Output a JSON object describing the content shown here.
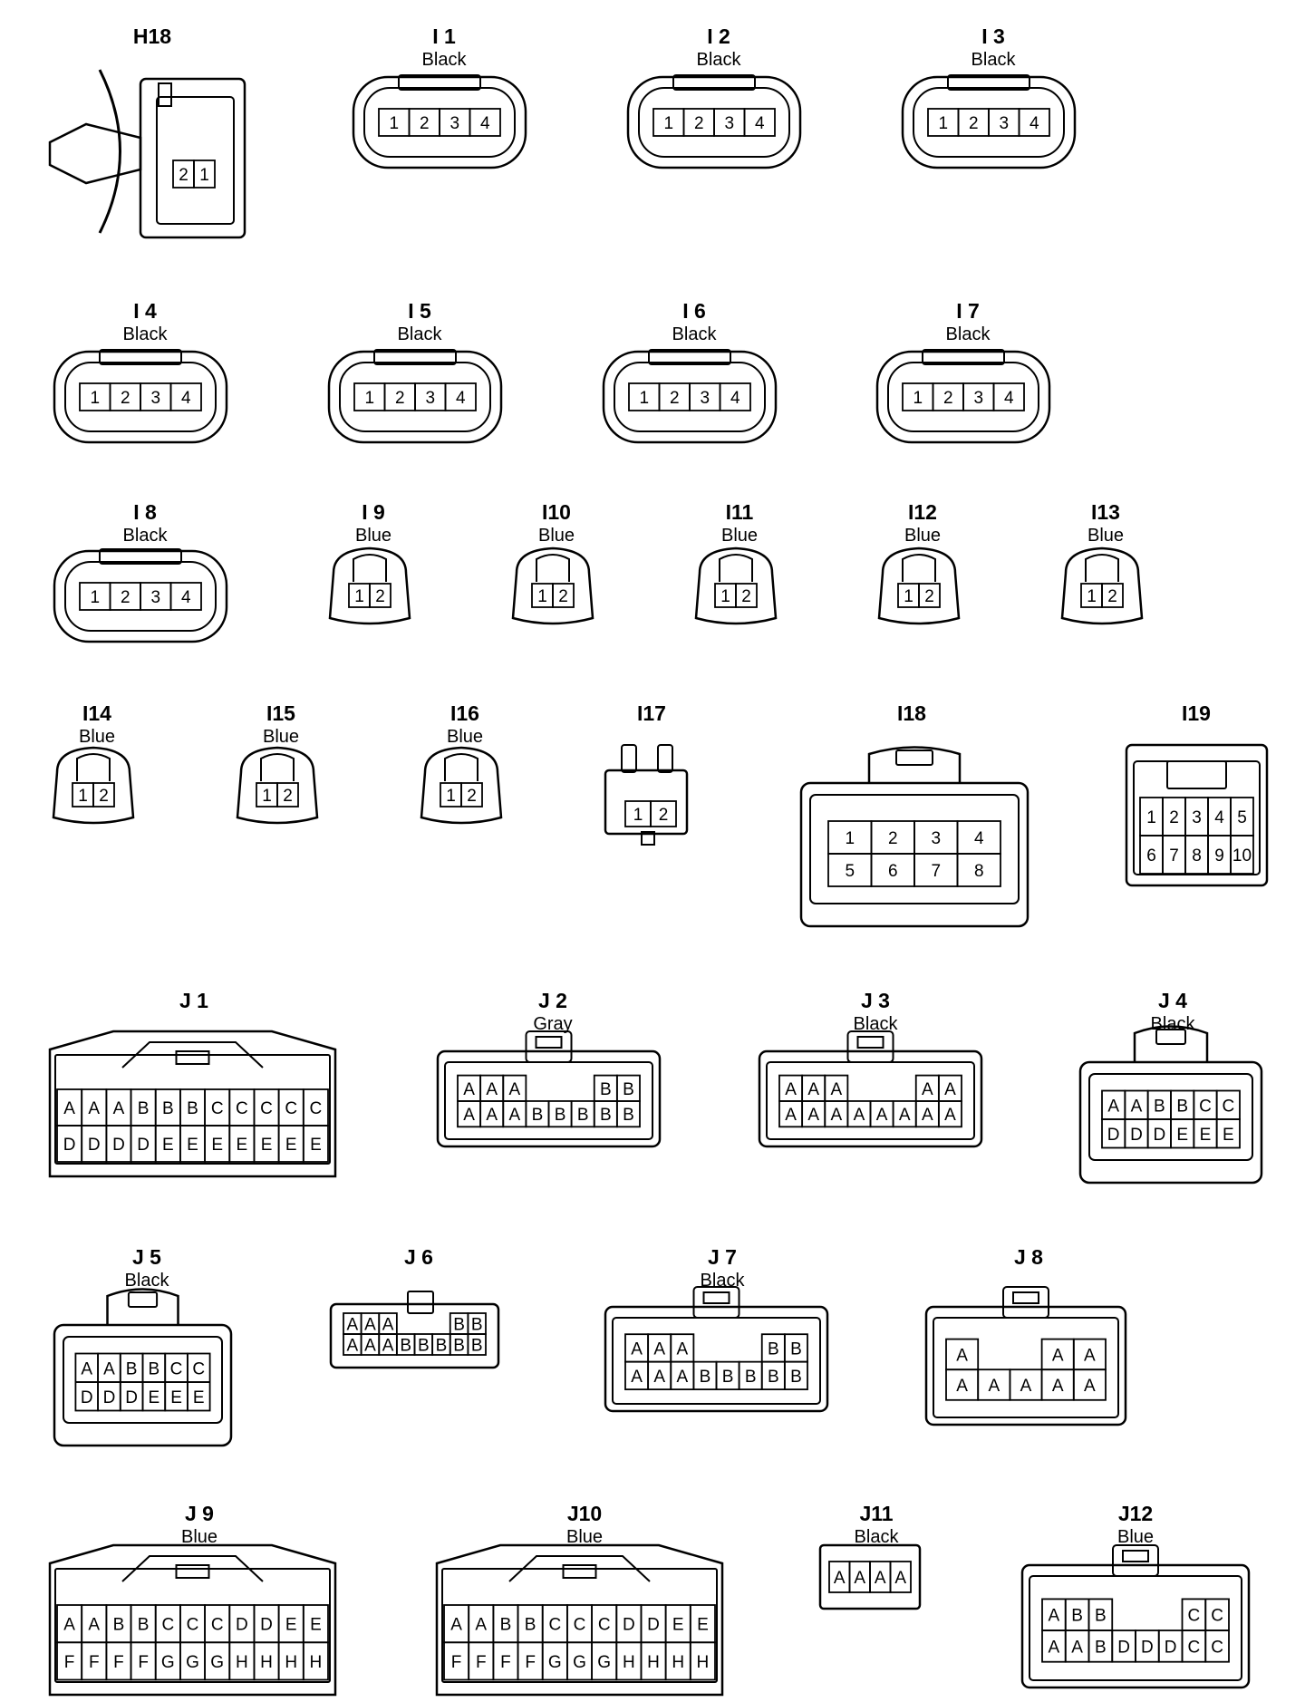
{
  "colors": {
    "line": "#000000",
    "background": "#ffffff"
  },
  "connectors": [
    {
      "name": "H18",
      "color": "",
      "shape": "bulb-socket",
      "rows": [
        [
          "2",
          "1"
        ]
      ]
    },
    {
      "name": "I 1",
      "color": "Black",
      "shape": "oval",
      "rows": [
        [
          "1",
          "2",
          "3",
          "4"
        ]
      ]
    },
    {
      "name": "I 2",
      "color": "Black",
      "shape": "oval",
      "rows": [
        [
          "1",
          "2",
          "3",
          "4"
        ]
      ]
    },
    {
      "name": "I 3",
      "color": "Black",
      "shape": "oval",
      "rows": [
        [
          "1",
          "2",
          "3",
          "4"
        ]
      ]
    },
    {
      "name": "I 4",
      "color": "Black",
      "shape": "oval",
      "rows": [
        [
          "1",
          "2",
          "3",
          "4"
        ]
      ]
    },
    {
      "name": "I 5",
      "color": "Black",
      "shape": "oval",
      "rows": [
        [
          "1",
          "2",
          "3",
          "4"
        ]
      ]
    },
    {
      "name": "I 6",
      "color": "Black",
      "shape": "oval",
      "rows": [
        [
          "1",
          "2",
          "3",
          "4"
        ]
      ]
    },
    {
      "name": "I 7",
      "color": "Black",
      "shape": "oval",
      "rows": [
        [
          "1",
          "2",
          "3",
          "4"
        ]
      ]
    },
    {
      "name": "I 8",
      "color": "Black",
      "shape": "oval",
      "rows": [
        [
          "1",
          "2",
          "3",
          "4"
        ]
      ]
    },
    {
      "name": "I 9",
      "color": "Blue",
      "shape": "small",
      "rows": [
        [
          "1",
          "2"
        ]
      ]
    },
    {
      "name": "I10",
      "color": "Blue",
      "shape": "small",
      "rows": [
        [
          "1",
          "2"
        ]
      ]
    },
    {
      "name": "I11",
      "color": "Blue",
      "shape": "small",
      "rows": [
        [
          "1",
          "2"
        ]
      ]
    },
    {
      "name": "I12",
      "color": "Blue",
      "shape": "small",
      "rows": [
        [
          "1",
          "2"
        ]
      ]
    },
    {
      "name": "I13",
      "color": "Blue",
      "shape": "small",
      "rows": [
        [
          "1",
          "2"
        ]
      ]
    },
    {
      "name": "I14",
      "color": "Blue",
      "shape": "small",
      "rows": [
        [
          "1",
          "2"
        ]
      ]
    },
    {
      "name": "I15",
      "color": "Blue",
      "shape": "small",
      "rows": [
        [
          "1",
          "2"
        ]
      ]
    },
    {
      "name": "I16",
      "color": "Blue",
      "shape": "small",
      "rows": [
        [
          "1",
          "2"
        ]
      ]
    },
    {
      "name": "I17",
      "color": "",
      "shape": "clip",
      "rows": [
        [
          "1",
          "2"
        ]
      ]
    },
    {
      "name": "I18",
      "color": "",
      "shape": "latch",
      "rows": [
        [
          "1",
          "2",
          "3",
          "4"
        ],
        [
          "5",
          "6",
          "7",
          "8"
        ]
      ]
    },
    {
      "name": "I19",
      "color": "",
      "shape": "box",
      "rows": [
        [
          "1",
          "2",
          "3",
          "4",
          "5"
        ],
        [
          "6",
          "7",
          "8",
          "9",
          "10"
        ]
      ]
    },
    {
      "name": "J 1",
      "color": "",
      "shape": "wide",
      "rows": [
        [
          "A",
          "A",
          "A",
          "B",
          "B",
          "B",
          "C",
          "C",
          "C",
          "C",
          "C"
        ],
        [
          "D",
          "D",
          "D",
          "D",
          "E",
          "E",
          "E",
          "E",
          "E",
          "E",
          "E"
        ]
      ]
    },
    {
      "name": "J 2",
      "color": "Gray",
      "shape": "multi",
      "rows": [
        [
          "A",
          "A",
          "A",
          "",
          "",
          "",
          "B",
          "B"
        ],
        [
          "A",
          "A",
          "A",
          "B",
          "B",
          "B",
          "B",
          "B"
        ]
      ]
    },
    {
      "name": "J 3",
      "color": "Black",
      "shape": "multi",
      "rows": [
        [
          "A",
          "A",
          "A",
          "",
          "",
          "",
          "A",
          "A"
        ],
        [
          "A",
          "A",
          "A",
          "A",
          "A",
          "A",
          "A",
          "A"
        ]
      ]
    },
    {
      "name": "J 4",
      "color": "Black",
      "shape": "latch",
      "rows": [
        [
          "A",
          "A",
          "B",
          "B",
          "C",
          "C"
        ],
        [
          "D",
          "D",
          "D",
          "E",
          "E",
          "E"
        ]
      ]
    },
    {
      "name": "J 5",
      "color": "Black",
      "shape": "latch",
      "rows": [
        [
          "A",
          "A",
          "B",
          "B",
          "C",
          "C"
        ],
        [
          "D",
          "D",
          "D",
          "E",
          "E",
          "E"
        ]
      ]
    },
    {
      "name": "J 6",
      "color": "",
      "shape": "slim",
      "rows": [
        [
          "A",
          "A",
          "A",
          "",
          "",
          "",
          "B",
          "B"
        ],
        [
          "A",
          "A",
          "A",
          "B",
          "B",
          "B",
          "B",
          "B"
        ]
      ]
    },
    {
      "name": "J 7",
      "color": "Black",
      "shape": "multi",
      "rows": [
        [
          "A",
          "A",
          "A",
          "",
          "",
          "",
          "B",
          "B"
        ],
        [
          "A",
          "A",
          "A",
          "B",
          "B",
          "B",
          "B",
          "B"
        ]
      ]
    },
    {
      "name": "J 8",
      "color": "",
      "shape": "multi",
      "rows": [
        [
          "A",
          "",
          "",
          "A",
          "A"
        ],
        [
          "A",
          "A",
          "A",
          "A",
          "A"
        ]
      ]
    },
    {
      "name": "J 9",
      "color": "Blue",
      "shape": "wide",
      "rows": [
        [
          "A",
          "A",
          "B",
          "B",
          "C",
          "C",
          "C",
          "D",
          "D",
          "E",
          "E"
        ],
        [
          "F",
          "F",
          "F",
          "F",
          "G",
          "G",
          "G",
          "H",
          "H",
          "H",
          "H"
        ]
      ]
    },
    {
      "name": "J10",
      "color": "Blue",
      "shape": "wide",
      "rows": [
        [
          "A",
          "A",
          "B",
          "B",
          "C",
          "C",
          "C",
          "D",
          "D",
          "E",
          "E"
        ],
        [
          "F",
          "F",
          "F",
          "F",
          "G",
          "G",
          "G",
          "H",
          "H",
          "H",
          "H"
        ]
      ]
    },
    {
      "name": "J11",
      "color": "Black",
      "shape": "mini",
      "rows": [
        [
          "A",
          "A",
          "A",
          "A"
        ]
      ]
    },
    {
      "name": "J12",
      "color": "Blue",
      "shape": "multi",
      "rows": [
        [
          "A",
          "B",
          "B",
          "",
          "",
          "",
          "C",
          "C"
        ],
        [
          "A",
          "A",
          "B",
          "D",
          "D",
          "D",
          "C",
          "C"
        ]
      ]
    }
  ]
}
